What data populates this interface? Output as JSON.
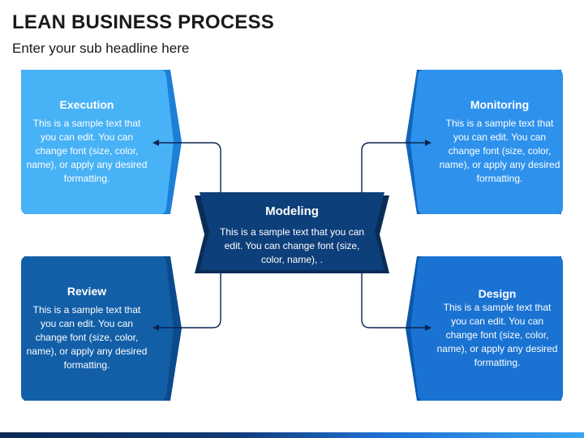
{
  "title": "LEAN BUSINESS PROCESS",
  "subtitle": "Enter your sub headline here",
  "colors": {
    "light_blue": "#45b0f5",
    "medium_blue": "#2a8de8",
    "dark_blue": "#0f5da6",
    "navy": "#0b3c73",
    "connector": "#0b2550"
  },
  "cards": {
    "execution": {
      "heading": "Execution",
      "body": "This is a sample text that you can edit. You can change font (size, color, name), or apply any desired formatting."
    },
    "monitoring": {
      "heading": "Monitoring",
      "body": "This is a sample text that you can edit. You can change font (size, color, name), or apply any desired formatting."
    },
    "review": {
      "heading": "Review",
      "body": "This is a sample text that you can edit. You can change font (size, color, name), or apply any desired formatting."
    },
    "design": {
      "heading": "Design",
      "body": "This is a sample text that you can edit. You can change font (size, color, name), or apply any desired formatting."
    },
    "modeling": {
      "heading": "Modeling",
      "body": "This is a sample text that you can edit. You can change font (size, color, name), ."
    }
  }
}
